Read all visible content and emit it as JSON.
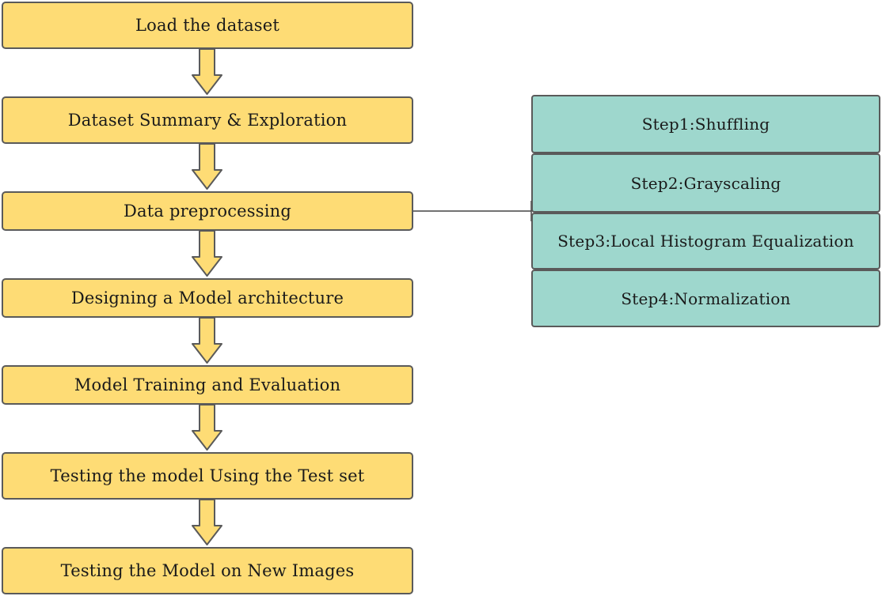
{
  "flow": {
    "steps": [
      {
        "label": "Load the dataset"
      },
      {
        "label": "Dataset Summary & Exploration"
      },
      {
        "label": "Data preprocessing"
      },
      {
        "label": "Designing a Model architecture"
      },
      {
        "label": "Model Training and Evaluation"
      },
      {
        "label": "Testing the model Using the Test set"
      },
      {
        "label": "Testing the Model on New Images"
      }
    ]
  },
  "preprocessing": {
    "substeps": [
      {
        "label": "Step1:Shuffling"
      },
      {
        "label": "Step2:Grayscaling"
      },
      {
        "label": "Step3:Local Histogram Equalization"
      },
      {
        "label": "Step4:Normalization"
      }
    ]
  },
  "colors": {
    "step_fill": "#fedc75",
    "substep_fill": "#9ed7cd",
    "outline": "#5a5a5a"
  }
}
